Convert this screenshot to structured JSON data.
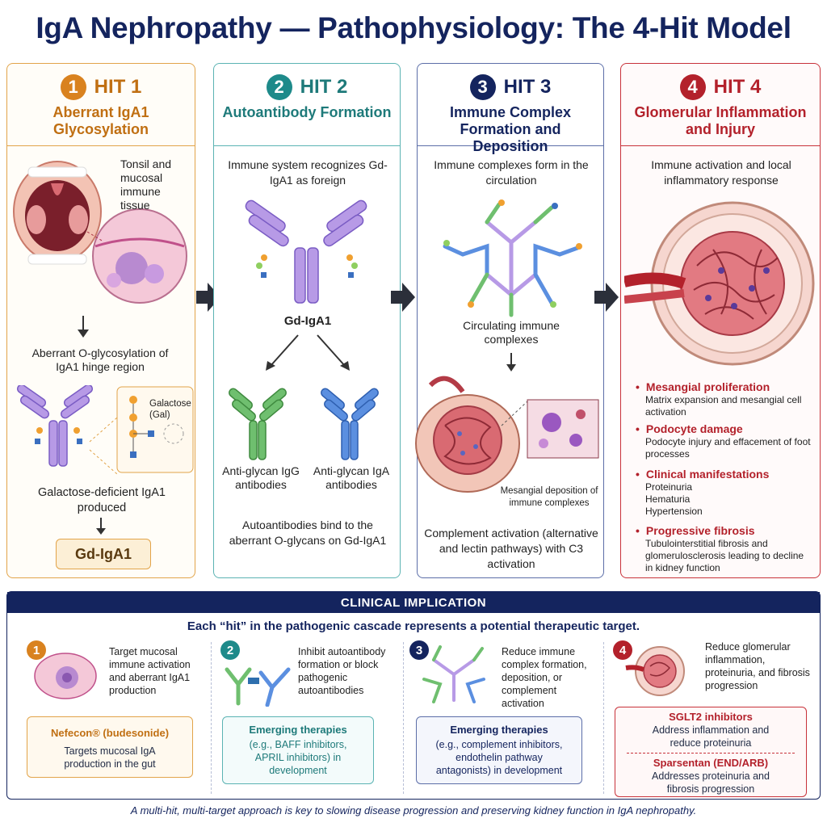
{
  "title": "IgA Nephropathy — Pathophysiology: The 4-Hit Model",
  "colors": {
    "hit1": "#d9821f",
    "hit2": "#1e8a8a",
    "hit3": "#14245e",
    "hit4": "#b3212b"
  },
  "hits": [
    {
      "number": "1",
      "label": "HIT 1",
      "subtitle": "Aberrant IgA1 Glycosylation",
      "tissue_label": "Tonsil and mucosal immune tissue",
      "step_text": "Aberrant O-glycosylation of IgA1 hinge region",
      "galactose_label": "Galactose (Gal)",
      "produced_text": "Galactose-deficient IgA1 produced",
      "result_box": "Gd-IgA1"
    },
    {
      "number": "2",
      "label": "HIT 2",
      "subtitle": "Autoantibody Formation",
      "intro": "Immune system recognizes Gd-IgA1 as foreign",
      "antibody_label": "Gd-IgA1",
      "left_antibody": "Anti-glycan IgG antibodies",
      "right_antibody": "Anti-glycan IgA antibodies",
      "outro": "Autoantibodies bind to the aberrant O-glycans on Gd-IgA1"
    },
    {
      "number": "3",
      "label": "HIT 3",
      "subtitle": "Immune Complex Formation and Deposition",
      "intro": "Immune complexes form in the circulation",
      "complex_label": "Circulating immune complexes",
      "deposition_label": "Mesangial deposition of immune complexes",
      "outro": "Complement activation (alternative and lectin pathways) with C3 activation"
    },
    {
      "number": "4",
      "label": "HIT 4",
      "subtitle": "Glomerular Inflammation and Injury",
      "intro": "Immune activation and local inflammatory response",
      "bullets": [
        {
          "heading": "Mesangial proliferation",
          "detail": "Matrix expansion and mesangial cell activation"
        },
        {
          "heading": "Podocyte damage",
          "detail": "Podocyte injury and effacement of foot processes"
        },
        {
          "heading": "Clinical manifestations",
          "detail": "Proteinuria\nHematuria\nHypertension"
        },
        {
          "heading": "Progressive fibrosis",
          "detail": "Tubulointerstitial fibrosis and glomerulosclerosis leading to decline in kidney function"
        }
      ]
    }
  ],
  "clinical": {
    "banner": "CLINICAL IMPLICATION",
    "subtitle": "Each “hit” in the pathogenic cascade represents a potential therapeutic target.",
    "columns": [
      {
        "number": "1",
        "text": "Target mucosal immune activation and aberrant IgA1 production",
        "box_heading": "Nefecon® (budesonide)",
        "box_text": "Targets mucosal IgA production in the gut"
      },
      {
        "number": "2",
        "text": "Inhibit autoantibody formation or block pathogenic autoantibodies",
        "box_heading": "Emerging therapies",
        "box_text": "(e.g., BAFF inhibitors, APRIL inhibitors) in development"
      },
      {
        "number": "3",
        "text": "Reduce immune complex formation, deposition, or complement activation",
        "box_heading": "Emerging therapies",
        "box_text": "(e.g., complement inhibitors, endothelin pathway antagonists) in development"
      },
      {
        "number": "4",
        "text": "Reduce glomerular inflammation, proteinuria, and fibrosis progression",
        "box_heading": "SGLT2 inhibitors",
        "box_text": "Address inflammation and reduce proteinuria",
        "box2_heading": "Sparsentan (END/ARB)",
        "box2_text": "Addresses proteinuria and fibrosis progression"
      }
    ]
  },
  "footer": "A multi-hit, multi-target approach is key to slowing disease progression and preserving kidney function in IgA nephropathy."
}
